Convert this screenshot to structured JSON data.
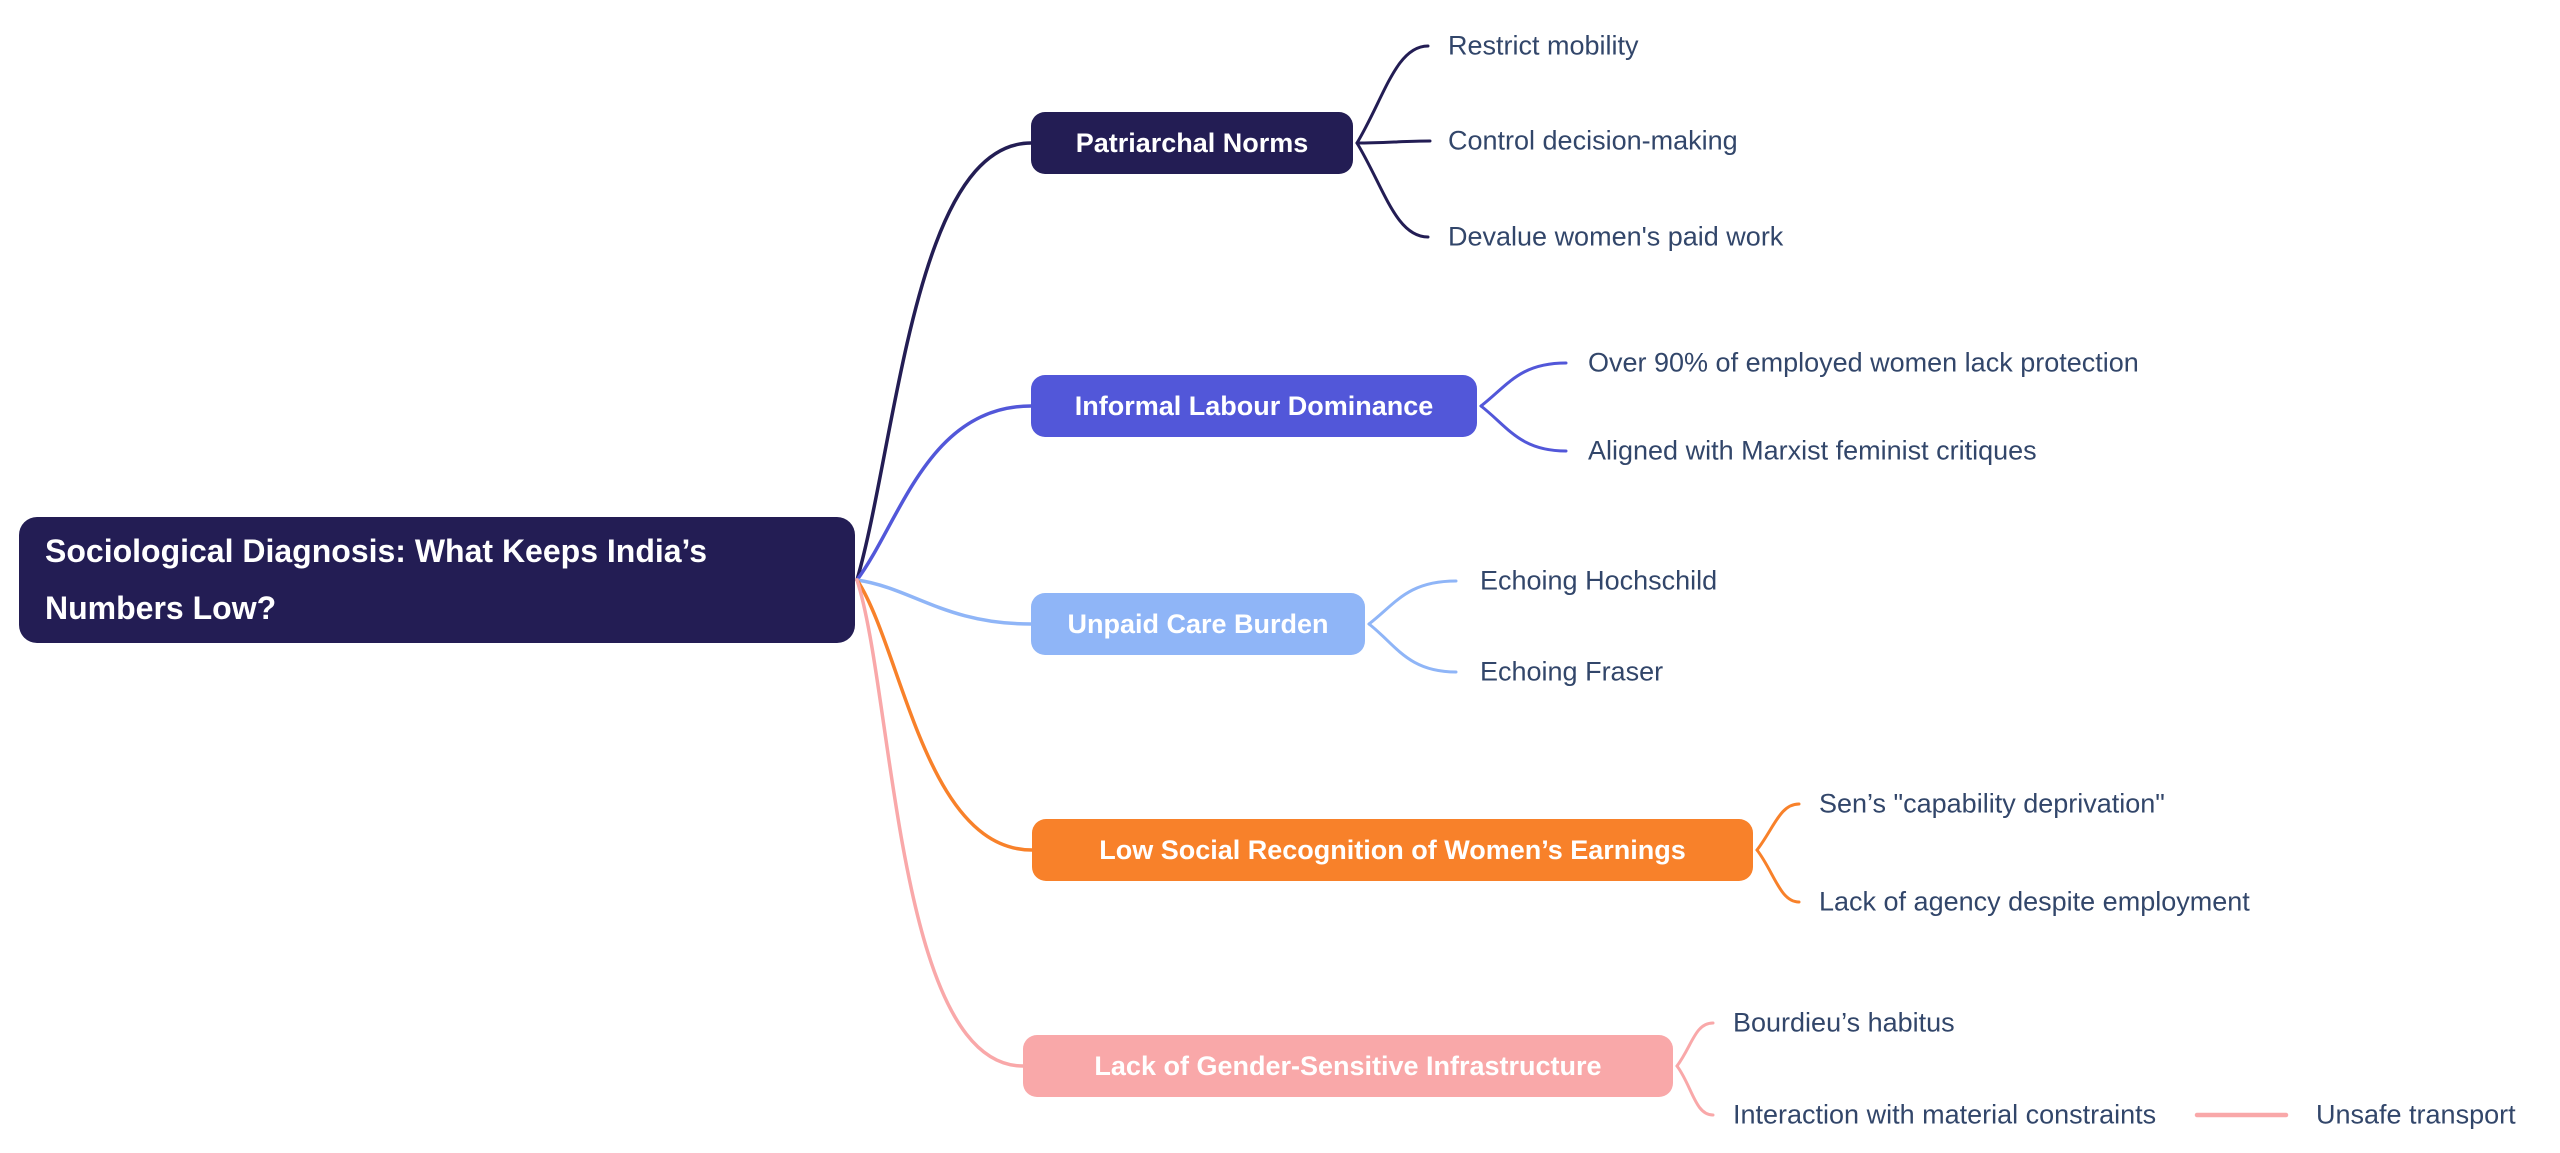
{
  "palette": {
    "background": "#ffffff",
    "node_text": "#ffffff",
    "leaf_text": "#32466a"
  },
  "root": {
    "lines": [
      "Sociological Diagnosis: What Keeps India’s",
      "Numbers Low?"
    ],
    "color": "#231d54"
  },
  "branches": [
    {
      "label": "Patriarchal Norms",
      "color": "#231d54",
      "children": [
        {
          "label": "Restrict mobility"
        },
        {
          "label": "Control decision-making"
        },
        {
          "label": "Devalue women's paid work"
        }
      ]
    },
    {
      "label": "Informal Labour Dominance",
      "color": "#5257d9",
      "children": [
        {
          "label": "Over 90% of employed women lack protection"
        },
        {
          "label": "Aligned with Marxist feminist critiques"
        }
      ]
    },
    {
      "label": "Unpaid Care Burden",
      "color": "#8fb5f7",
      "children": [
        {
          "label": "Echoing Hochschild"
        },
        {
          "label": "Echoing Fraser"
        }
      ]
    },
    {
      "label": "Low Social Recognition of Women’s Earnings",
      "color": "#f8812a",
      "children": [
        {
          "label": "Sen’s \"capability deprivation\""
        },
        {
          "label": "Lack of agency despite employment"
        }
      ]
    },
    {
      "label": "Lack of Gender-Sensitive Infrastructure",
      "color": "#f9a8a9",
      "children": [
        {
          "label": "Bourdieu’s habitus"
        },
        {
          "label": "Interaction with material constraints",
          "children": [
            {
              "label": "Unsafe transport"
            }
          ]
        }
      ]
    }
  ]
}
